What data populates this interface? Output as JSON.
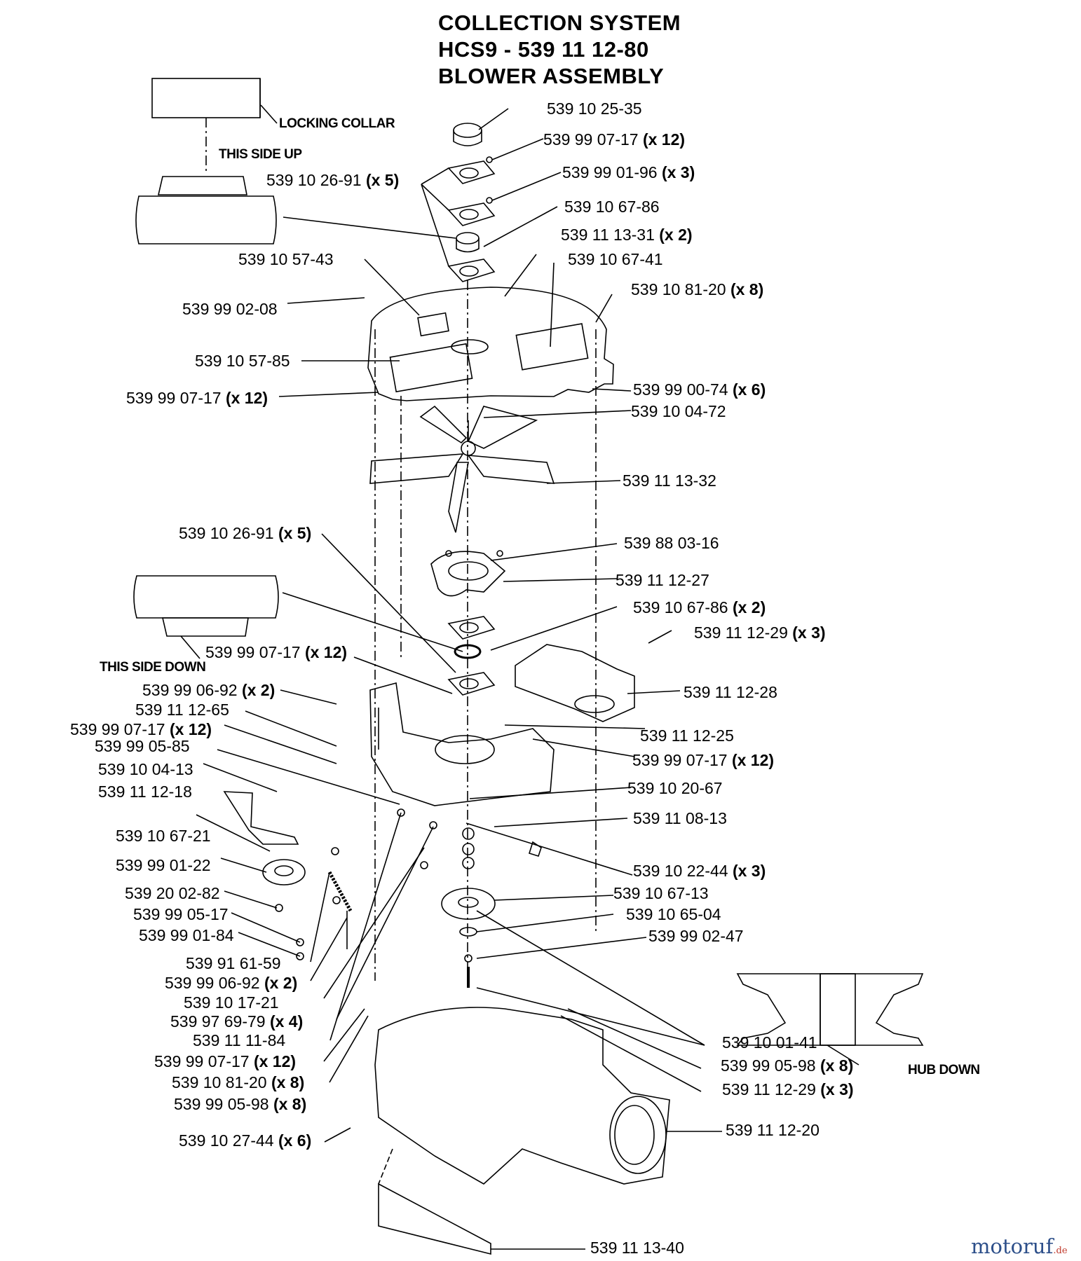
{
  "title": {
    "line1": "COLLECTION SYSTEM",
    "line2": "HCS9 - 539 11 12-80",
    "line3": "BLOWER ASSEMBLY"
  },
  "notes": {
    "locking_collar": "LOCKING COLLAR",
    "this_side_up": "THIS SIDE UP",
    "this_side_down": "THIS SIDE DOWN",
    "hub_down": "HUB DOWN"
  },
  "parts": [
    {
      "id": "p01",
      "num": "539 10 25-35",
      "qty": ""
    },
    {
      "id": "p02",
      "num": "539 99 07-17",
      "qty": "(x 12)"
    },
    {
      "id": "p03",
      "num": "539 99 01-96",
      "qty": "(x 3)"
    },
    {
      "id": "p04",
      "num": "539 10 26-91",
      "qty": "(x 5)"
    },
    {
      "id": "p05",
      "num": "539 10 67-86",
      "qty": ""
    },
    {
      "id": "p06",
      "num": "539 11 13-31",
      "qty": "(x 2)"
    },
    {
      "id": "p07",
      "num": "539 10 57-43",
      "qty": ""
    },
    {
      "id": "p08",
      "num": "539 10 67-41",
      "qty": ""
    },
    {
      "id": "p09",
      "num": "539 10 81-20",
      "qty": "(x 8)"
    },
    {
      "id": "p10",
      "num": "539 99 02-08",
      "qty": ""
    },
    {
      "id": "p11",
      "num": "539 10 57-85",
      "qty": ""
    },
    {
      "id": "p12",
      "num": "539 99 07-17",
      "qty": "(x 12)"
    },
    {
      "id": "p13",
      "num": "539 99 00-74",
      "qty": "(x 6)"
    },
    {
      "id": "p14",
      "num": "539 10 04-72",
      "qty": ""
    },
    {
      "id": "p15",
      "num": "539 11 13-32",
      "qty": ""
    },
    {
      "id": "p16",
      "num": "539 10 26-91",
      "qty": "(x 5)"
    },
    {
      "id": "p17",
      "num": "539 88 03-16",
      "qty": ""
    },
    {
      "id": "p18",
      "num": "539 11 12-27",
      "qty": ""
    },
    {
      "id": "p19",
      "num": "539 10 67-86",
      "qty": "(x 2)"
    },
    {
      "id": "p20",
      "num": "539 11 12-29",
      "qty": "(x 3)"
    },
    {
      "id": "p21",
      "num": "539 99 07-17",
      "qty": "(x 12)"
    },
    {
      "id": "p22",
      "num": "539 11 12-28",
      "qty": ""
    },
    {
      "id": "p23",
      "num": "539 99 06-92",
      "qty": "(x 2)"
    },
    {
      "id": "p24",
      "num": "539 11 12-65",
      "qty": ""
    },
    {
      "id": "p25",
      "num": "539 99 07-17",
      "qty": "(x 12)"
    },
    {
      "id": "p26",
      "num": "539 99 05-85",
      "qty": ""
    },
    {
      "id": "p27",
      "num": "539 11 12-25",
      "qty": ""
    },
    {
      "id": "p28",
      "num": "539 99 07-17",
      "qty": "(x 12)"
    },
    {
      "id": "p29",
      "num": "539 10 04-13",
      "qty": ""
    },
    {
      "id": "p30",
      "num": "539 10 20-67",
      "qty": ""
    },
    {
      "id": "p31",
      "num": "539 11 12-18",
      "qty": ""
    },
    {
      "id": "p32",
      "num": "539 11 08-13",
      "qty": ""
    },
    {
      "id": "p33",
      "num": "539 10 67-21",
      "qty": ""
    },
    {
      "id": "p34",
      "num": "539 10 22-44",
      "qty": "(x 3)"
    },
    {
      "id": "p35",
      "num": "539 99 01-22",
      "qty": ""
    },
    {
      "id": "p36",
      "num": "539 10 67-13",
      "qty": ""
    },
    {
      "id": "p37",
      "num": "539 20 02-82",
      "qty": ""
    },
    {
      "id": "p38",
      "num": "539 10 65-04",
      "qty": ""
    },
    {
      "id": "p39",
      "num": "539 99 05-17",
      "qty": ""
    },
    {
      "id": "p40",
      "num": "539 99 02-47",
      "qty": ""
    },
    {
      "id": "p41",
      "num": "539 99 01-84",
      "qty": ""
    },
    {
      "id": "p42",
      "num": "539 91 61-59",
      "qty": ""
    },
    {
      "id": "p43",
      "num": "539 99 06-92",
      "qty": "(x 2)"
    },
    {
      "id": "p44",
      "num": "539 10 17-21",
      "qty": ""
    },
    {
      "id": "p45",
      "num": "539 97 69-79",
      "qty": "(x 4)"
    },
    {
      "id": "p46",
      "num": "539 10 01-41",
      "qty": ""
    },
    {
      "id": "p47",
      "num": "539 11 11-84",
      "qty": ""
    },
    {
      "id": "p48",
      "num": "539 99 05-98",
      "qty": "(x 8)"
    },
    {
      "id": "p49",
      "num": "539 99 07-17",
      "qty": "(x 12)"
    },
    {
      "id": "p50",
      "num": "539 11 12-29",
      "qty": "(x 3)"
    },
    {
      "id": "p51",
      "num": "539 10 81-20",
      "qty": "(x 8)"
    },
    {
      "id": "p52",
      "num": "539 99 05-98",
      "qty": "(x 8)"
    },
    {
      "id": "p53",
      "num": "539 11 12-20",
      "qty": ""
    },
    {
      "id": "p54",
      "num": "539 10 27-44",
      "qty": "(x 6)"
    },
    {
      "id": "p55",
      "num": "539 11 13-40",
      "qty": ""
    }
  ],
  "watermark": {
    "brand": "motoruf",
    "tld": ".de"
  }
}
